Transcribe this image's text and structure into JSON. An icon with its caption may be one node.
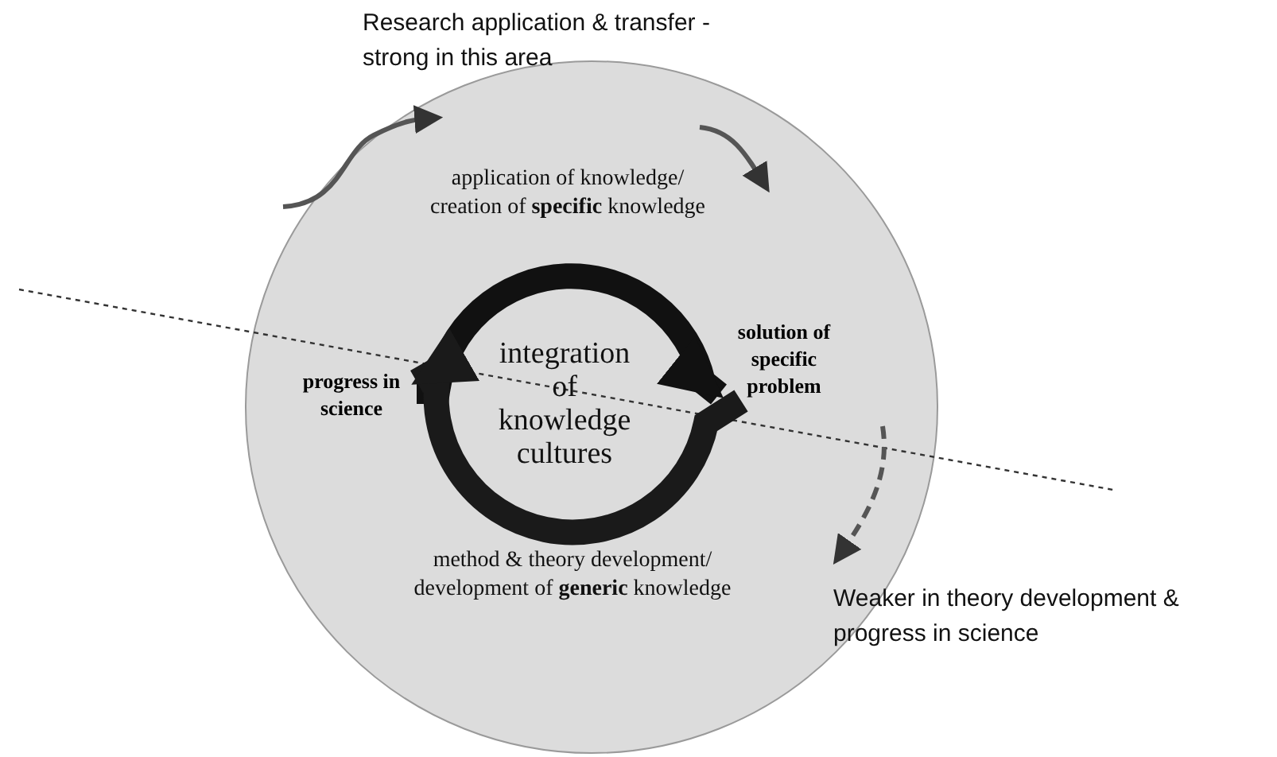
{
  "diagram": {
    "nodes": [
      {
        "text": [],
        "shape": "circle"
      },
      {
        "text": [
          "progress in science"
        ],
        "in": 0
      },
      {
        "text": [
          "solution of specific problem"
        ],
        "in": 0
      }
    ],
    "edges": [
      {
        "from": 1,
        "to": 2,
        "arrow": "to"
      },
      {
        "from": 2,
        "to": 1,
        "arrow": "to"
      }
    ],
    "labels": [
      "Research application & transfer - strong in this area",
      "application of knowledge/ creation of **specific** knowledge",
      "integration of knowledge cultures",
      "method & theory development/ development of **generic** knowledge",
      "Weaker in theory development & progress in science"
    ]
  }
}
